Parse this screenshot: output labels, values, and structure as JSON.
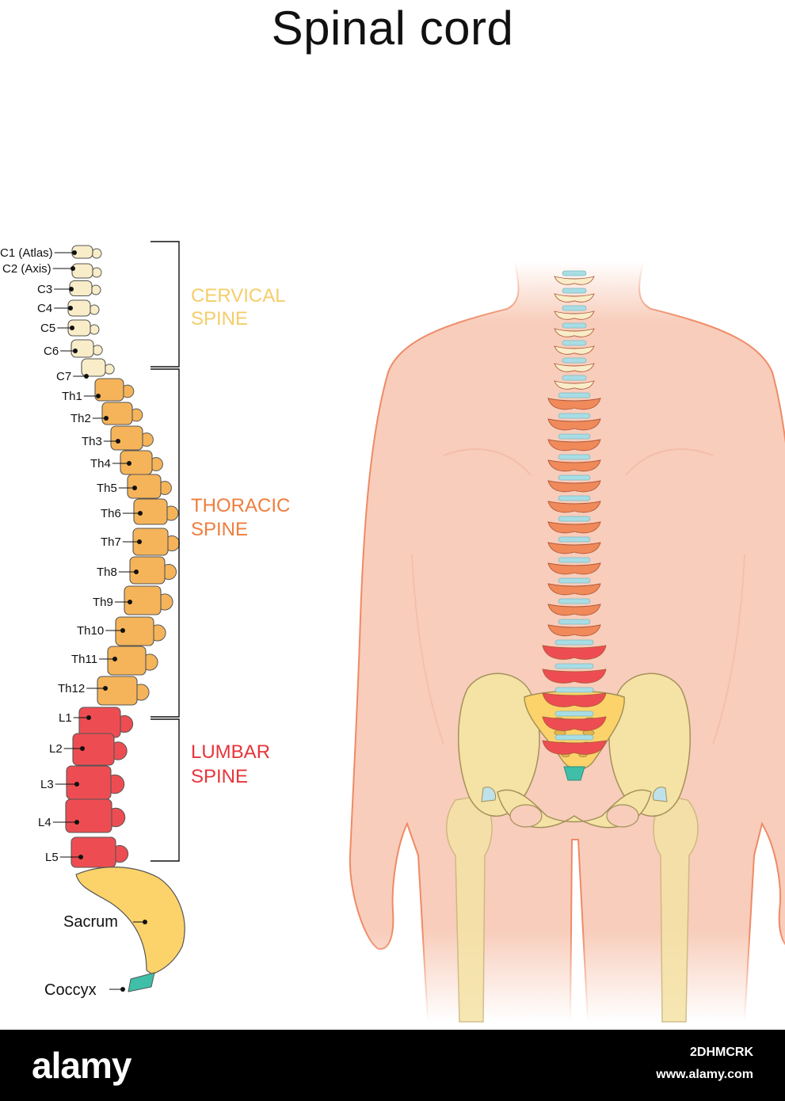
{
  "title": "Spinal cord",
  "vertebrae": {
    "cervical": [
      "C1 (Atlas)",
      "C2 (Axis)",
      "C3",
      "C4",
      "C5",
      "C6",
      "C7"
    ],
    "thoracic": [
      "Th1",
      "Th2",
      "Th3",
      "Th4",
      "Th5",
      "Th6",
      "Th7",
      "Th8",
      "Th9",
      "Th10",
      "Th11",
      "Th12"
    ],
    "lumbar": [
      "L1",
      "L2",
      "L3",
      "L4",
      "L5"
    ],
    "sacrum": "Sacrum",
    "coccyx": "Coccyx"
  },
  "regions": {
    "cervical": {
      "line1": "CERVICAL",
      "line2": "SPINE",
      "color": "#f5cd6a"
    },
    "thoracic": {
      "line1": "THORACIC",
      "line2": "SPINE",
      "color": "#ef7d3c"
    },
    "lumbar": {
      "line1": "LUMBAR",
      "line2": "SPINE",
      "color": "#e8333a"
    }
  },
  "colors": {
    "cervical_bone": "#f8edc8",
    "thoracic_bone": "#f5b45a",
    "lumbar_bone": "#ed4d52",
    "sacrum_bone": "#fbd36a",
    "coccyx_bone": "#3fbfa8",
    "disc": "#a8dde5",
    "skin": "#f8cdbb",
    "skin_outline": "#ef8a66",
    "pelvis": "#f5e3a6"
  },
  "watermark": {
    "logo": "alamy",
    "image_id": "2DHMCRK",
    "url": "www.alamy.com"
  }
}
